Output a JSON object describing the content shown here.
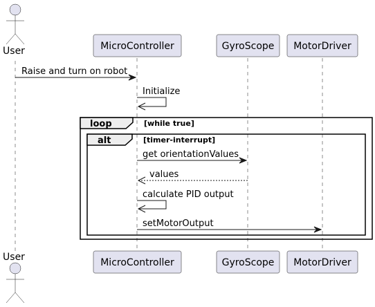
{
  "participants": {
    "user": "User",
    "micro": "MicroController",
    "gyro": "GyroScope",
    "motor": "MotorDriver"
  },
  "messages": {
    "raise": "Raise and turn on robot",
    "initialize": "Initialize",
    "get_orientation": "get orientationValues",
    "values": "values",
    "calc_pid": "calculate PID output",
    "set_motor": "setMotorOutput"
  },
  "fragments": {
    "loop_keyword": "loop",
    "loop_guard": "[while true]",
    "alt_keyword": "alt",
    "alt_guard": "[timer-interrupt]"
  },
  "colors": {
    "participant_fill": "#E2E2F0",
    "fragment_tab": "#EEEEEE",
    "line": "#181818"
  }
}
